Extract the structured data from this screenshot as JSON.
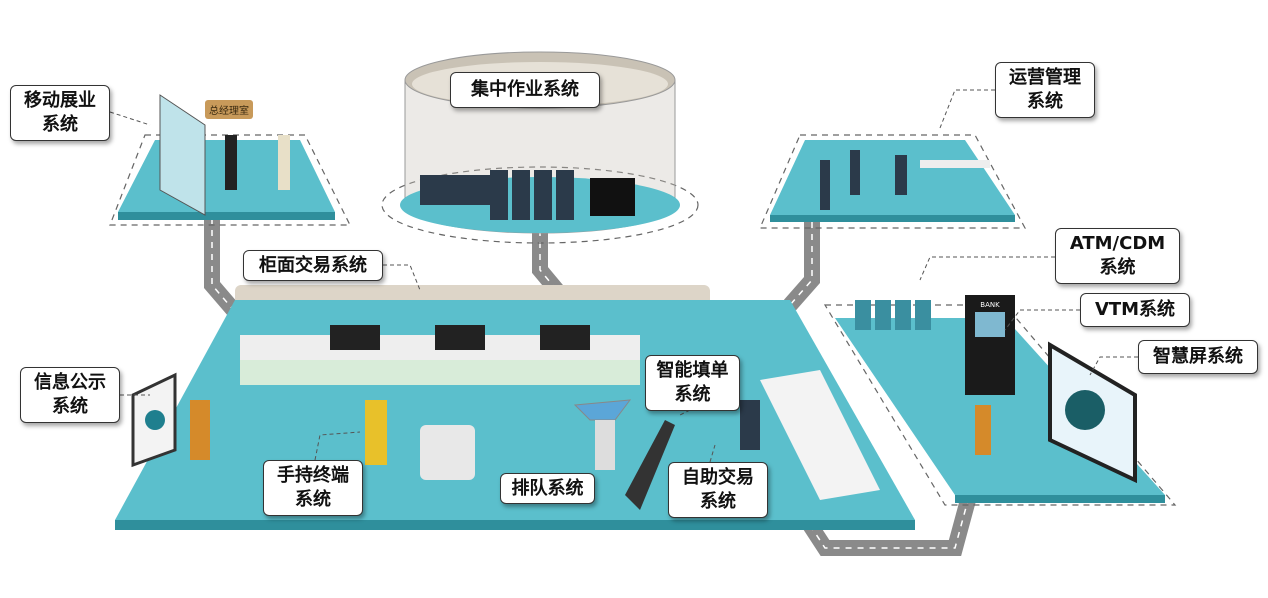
{
  "labels": {
    "mobile": [
      "移动展业",
      "系统"
    ],
    "central": "集中作业系统",
    "operations": [
      "运营管理",
      "系统"
    ],
    "atm": [
      "ATM/CDM",
      "系统"
    ],
    "vtm": "VTM系统",
    "smartscreen": "智慧屏系统",
    "counter": "柜面交易系统",
    "info": [
      "信息公示",
      "系统"
    ],
    "handheld": [
      "手持终端",
      "系统"
    ],
    "queue": "排队系统",
    "form": [
      "智能填单",
      "系统"
    ],
    "selfservice": [
      "自助交易",
      "系统"
    ]
  },
  "signs": {
    "manager_office": "总经理室",
    "bank": "BANK"
  },
  "colors": {
    "platform": "#5bbfcc",
    "platform_side": "#2f8f9c",
    "road": "#8a8a8a",
    "label_border": "#333333"
  }
}
